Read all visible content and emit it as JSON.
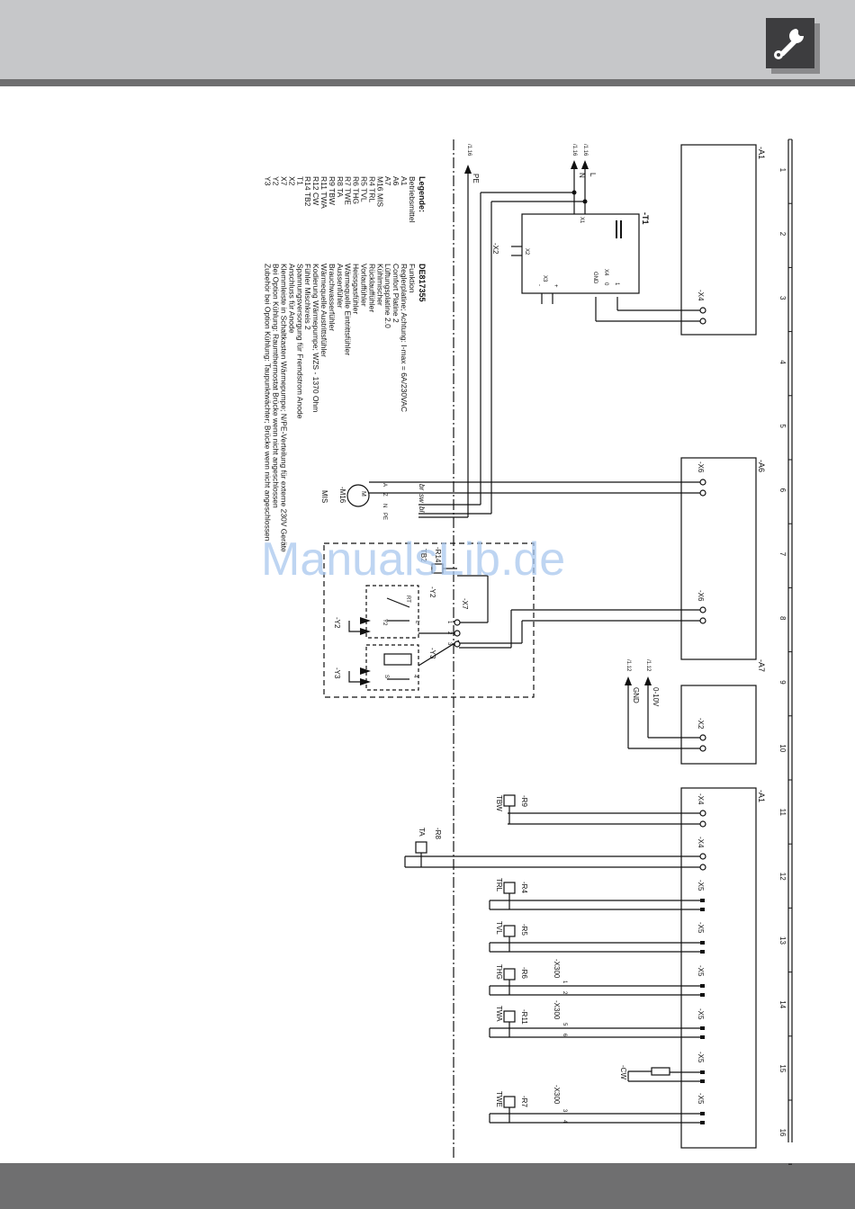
{
  "toolbar": {
    "icon": "wrench-icon"
  },
  "watermark": "ManualsLib.de",
  "legend": {
    "title": "Legende:",
    "doc_id": "DE817355",
    "col1_header": "Betriebsmittel",
    "col2_header": "Funktion",
    "rows": [
      [
        "A1",
        "Reglerplatine; Achtung: I-max = 6A/230VAC"
      ],
      [
        "A6",
        "Comfort Platine 2"
      ],
      [
        "A7",
        "Lüftungsplatine 2.0"
      ],
      [
        "M16   MIS",
        "Kühlmischer"
      ],
      [
        "R4      TRL",
        "Rücklauffühler"
      ],
      [
        "R5      TVL",
        "Vorlauffühler"
      ],
      [
        "R6      THG",
        "Heissgasfühler"
      ],
      [
        "R7      TWE",
        "Wärmequelle Eintrittsfühler"
      ],
      [
        "R8      TA",
        "Aussenfühler"
      ],
      [
        "R9      TBW",
        "Brauchwasserfühler"
      ],
      [
        "R11    TWA",
        "Wärmequelle Austrittsfühler"
      ],
      [
        "R12    CW",
        "Kodierung Wärmepumpe; WZS - 1370 Ohm"
      ],
      [
        "R14    TB2",
        "Fühler Mischkreis 2"
      ],
      [
        "T1",
        "Spannungsversorgung für Fremdstrom Anode"
      ],
      [
        "X2",
        "Anschluss für Anode"
      ],
      [
        "X7",
        "Klemmleiste in Schaltkasten Wärmepumpe; N/PE-Verteilung für externe 230V Geräte"
      ],
      [
        "Y2",
        "Bei Option Kühlung: Raumthermostat Brücke wenn nicht angeschlossen"
      ],
      [
        "Y3",
        "Zubehör bei Option Kühlung: Taupunktwächter; Brücke wenn nicht angeschlossen"
      ]
    ]
  },
  "ruler": [
    "1",
    "2",
    "3",
    "4",
    "5",
    "6",
    "7",
    "8",
    "9",
    "10",
    "11",
    "12",
    "13",
    "14",
    "15",
    "16"
  ],
  "labels": {
    "a1_top": "-A1",
    "a6": "-A6",
    "a7": "-A7",
    "a1_bottom": "-A1",
    "x4_top": "-X4",
    "x6_a": "-X6",
    "x6_b": "-X6",
    "x2_a7": "-X2",
    "x4_r9": "-X4",
    "x4_r8": "-X4",
    "x5_r4": "-X5",
    "x5_r5": "-X5",
    "x5_r6": "-X5",
    "x5_r11": "-X5",
    "x5_cw": "-X5",
    "x5_r7": "-X5",
    "ref_pe": "/1.16",
    "pe": "PE",
    "ref_n": "/1.16",
    "n": "N",
    "ref_l": "/1.16",
    "l": "L",
    "t1": "-T1",
    "t1_x1": "X1",
    "t1_x2": "X2",
    "t1_x3": "X3",
    "t1_x4": "X4",
    "t1_gnd": "GND",
    "t1_0": "0",
    "t1_1": "1",
    "t1_minus": "-",
    "t1_plus": "+",
    "x2_ext": "-X2",
    "wire_br": "br",
    "wire_sw": "sw",
    "wire_bl": "bl",
    "m_a": "A",
    "m_z": "Z",
    "m_n": "N",
    "m_pe": "PE",
    "m16": "-M16",
    "mis": "MIS",
    "motor": "M",
    "tb2": "TB2",
    "r14": "-R14",
    "y2_top": "-Y2",
    "y2_bot": "-Y2",
    "y3_top": "-Y3",
    "y3_bot": "-Y3",
    "x7": "-X7",
    "x7_1": "1",
    "x7_2": "2",
    "x7_3": "3",
    "rt": "RT",
    "y2_y2": "Y2",
    "y2_l": "L",
    "y3_s": "S",
    "y3_4": "4",
    "ref_gnd": "/1.12",
    "gnd": "GND",
    "ref_010": "/1.12",
    "v010": "0-10V",
    "r9": "-R9",
    "tbw": "TBW",
    "r8": "-R8",
    "ta": "TA",
    "r4": "-R4",
    "trl": "TRL",
    "r5": "-R5",
    "tvl": "TVL",
    "r6": "-R6",
    "thg": "THG",
    "x300_a": "-X300",
    "x300_a1": "1",
    "x300_a2": "2",
    "r11": "-R11",
    "twa": "TWA",
    "x300_b": "-X300",
    "x300_b5": "5",
    "x300_b6": "6",
    "cw": "-CW",
    "r7": "-R7",
    "twe": "TWE",
    "x300_c": "-X300",
    "x300_c3": "3",
    "x300_c4": "4"
  }
}
